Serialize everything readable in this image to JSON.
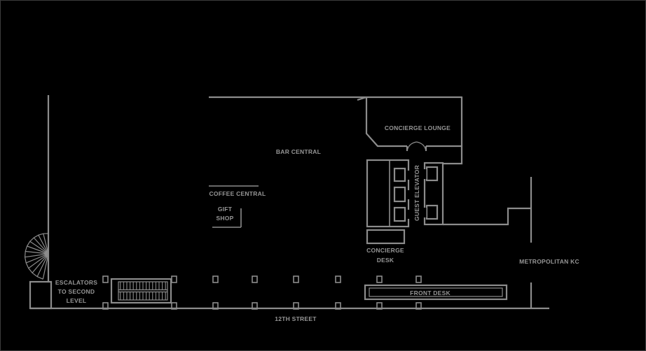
{
  "labels": {
    "concierge_lounge": "CONCIERGE LOUNGE",
    "bar_central": "BAR CENTRAL",
    "coffee_central": "COFFEE CENTRAL",
    "gift_shop_line1": "GIFT",
    "gift_shop_line2": "SHOP",
    "guest_elevator": "GUEST ELEVATOR",
    "concierge_desk_line1": "CONCIERGE",
    "concierge_desk_line2": "DESK",
    "front_desk": "FRONT DESK",
    "metropolitan_kc": "METROPOLITAN KC",
    "escalators_line1": "ESCALATORS",
    "escalators_line2": "TO SECOND",
    "escalators_line3": "LEVEL",
    "street": "12TH STREET"
  },
  "colors": {
    "background": "#000000",
    "wall_line": "#8c8c8c",
    "label_text": "#969696",
    "frame_border": "#3c3c3c"
  }
}
